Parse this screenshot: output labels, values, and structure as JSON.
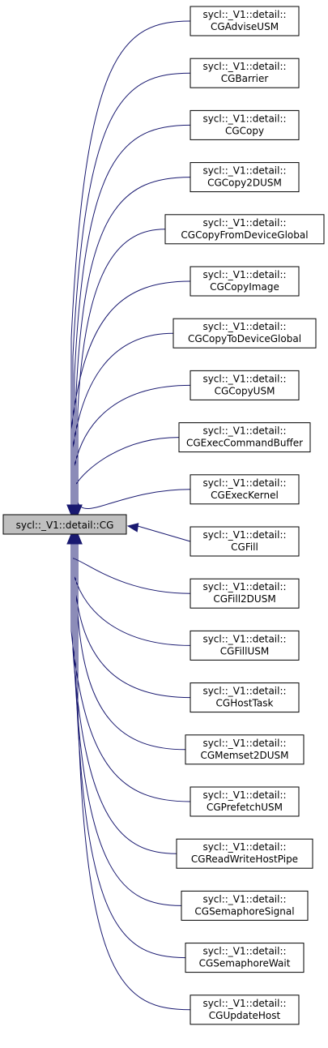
{
  "base_class": {
    "label": "sycl::_V1::detail::CG"
  },
  "derived_classes": [
    {
      "line1": "sycl::_V1::detail::",
      "line2": "CGAdviseUSM"
    },
    {
      "line1": "sycl::_V1::detail::",
      "line2": "CGBarrier"
    },
    {
      "line1": "sycl::_V1::detail::",
      "line2": "CGCopy"
    },
    {
      "line1": "sycl::_V1::detail::",
      "line2": "CGCopy2DUSM"
    },
    {
      "line1": "sycl::_V1::detail::",
      "line2": "CGCopyFromDeviceGlobal"
    },
    {
      "line1": "sycl::_V1::detail::",
      "line2": "CGCopyImage"
    },
    {
      "line1": "sycl::_V1::detail::",
      "line2": "CGCopyToDeviceGlobal"
    },
    {
      "line1": "sycl::_V1::detail::",
      "line2": "CGCopyUSM"
    },
    {
      "line1": "sycl::_V1::detail::",
      "line2": "CGExecCommandBuffer"
    },
    {
      "line1": "sycl::_V1::detail::",
      "line2": "CGExecKernel"
    },
    {
      "line1": "sycl::_V1::detail::",
      "line2": "CGFill"
    },
    {
      "line1": "sycl::_V1::detail::",
      "line2": "CGFill2DUSM"
    },
    {
      "line1": "sycl::_V1::detail::",
      "line2": "CGFillUSM"
    },
    {
      "line1": "sycl::_V1::detail::",
      "line2": "CGHostTask"
    },
    {
      "line1": "sycl::_V1::detail::",
      "line2": "CGMemset2DUSM"
    },
    {
      "line1": "sycl::_V1::detail::",
      "line2": "CGPrefetchUSM"
    },
    {
      "line1": "sycl::_V1::detail::",
      "line2": "CGReadWriteHostPipe"
    },
    {
      "line1": "sycl::_V1::detail::",
      "line2": "CGSemaphoreSignal"
    },
    {
      "line1": "sycl::_V1::detail::",
      "line2": "CGSemaphoreWait"
    },
    {
      "line1": "sycl::_V1::detail::",
      "line2": "CGUpdateHost"
    }
  ],
  "colors": {
    "edge": "#191970",
    "base_fill": "#bfbfbf",
    "node_fill": "#ffffff",
    "border": "#000000"
  }
}
